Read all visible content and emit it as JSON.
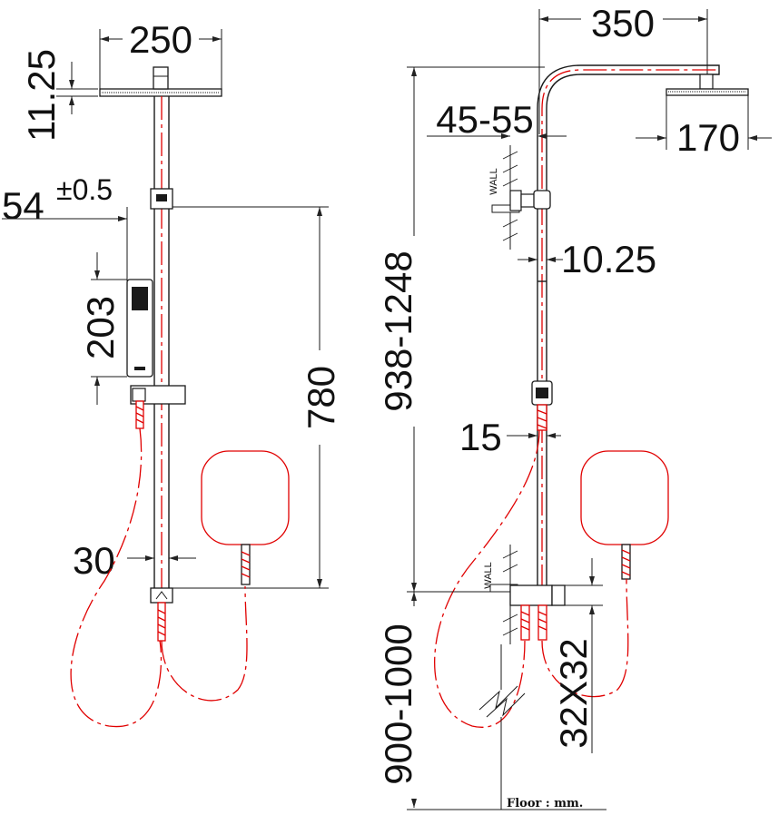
{
  "drawing": {
    "units_note": "Floor  :  mm.",
    "wall_label": "WALL",
    "left_view": {
      "head_width": "250",
      "head_thickness": "11.25",
      "wall_offset": "54",
      "wall_offset_tolerance": "±0.5",
      "hand_shower_length": "203",
      "rail_length": "780",
      "pipe_diameter": "30"
    },
    "right_view": {
      "arm_reach": "350",
      "head_width": "170",
      "wall_gap": "45-55",
      "bracket_offset": "10.25",
      "total_height": "938-1248",
      "hose_gap": "15",
      "valve_height": "900-1000",
      "valve_block": "32X32"
    }
  }
}
